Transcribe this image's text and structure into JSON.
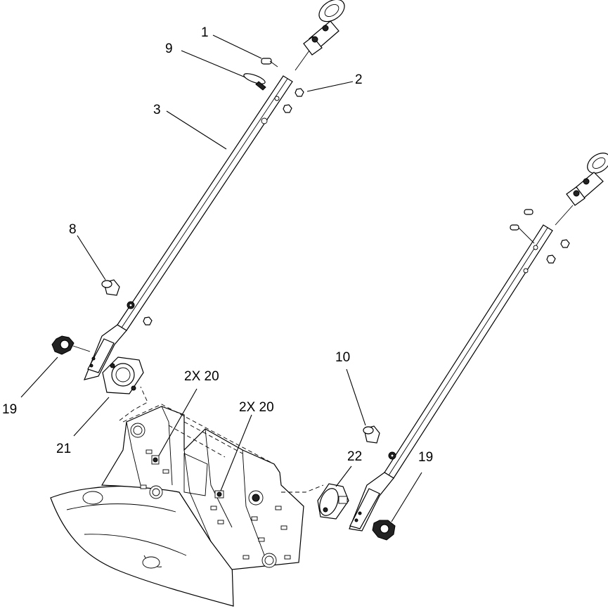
{
  "callouts": {
    "c1": "1",
    "c9": "9",
    "c2": "2",
    "c3": "3",
    "c8": "8",
    "c19_left": "19",
    "c21": "21",
    "c20_a": "2X 20",
    "c20_b": "2X 20",
    "c10": "10",
    "c22": "22",
    "c19_right": "19"
  }
}
